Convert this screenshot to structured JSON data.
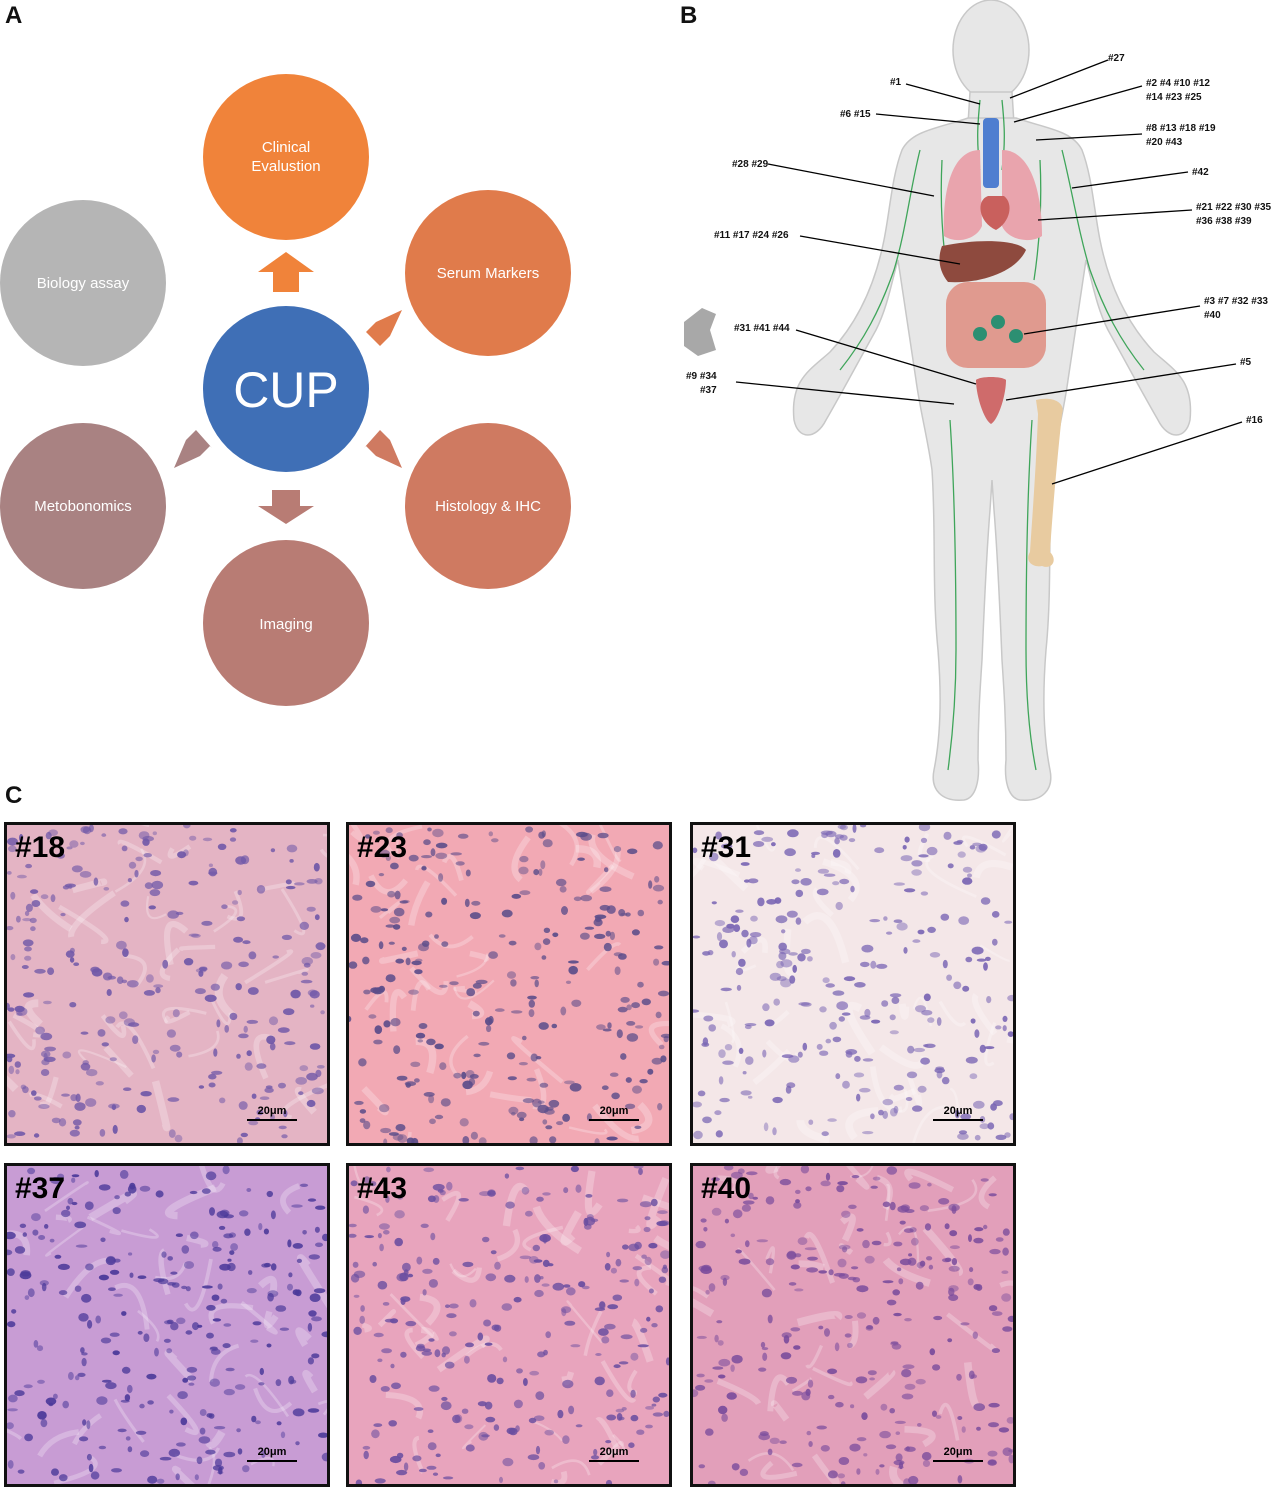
{
  "panels": {
    "a": "A",
    "b": "B",
    "c": "C"
  },
  "flow": {
    "center": {
      "label": "CUP",
      "color": "#3f6fb6"
    },
    "nodes": [
      {
        "id": "clinical",
        "line1": "Clinical",
        "line2": "Evalustion",
        "color": "#f0833a"
      },
      {
        "id": "serum",
        "line1": "Serum Markers",
        "line2": "",
        "color": "#e07b4b"
      },
      {
        "id": "histology",
        "line1": "Histology & IHC",
        "line2": "",
        "color": "#cf7a61"
      },
      {
        "id": "imaging",
        "line1": "Imaging",
        "line2": "",
        "color": "#b87c74"
      },
      {
        "id": "metobonomics",
        "line1": "Metobonomics",
        "line2": "",
        "color": "#a98282"
      },
      {
        "id": "biology",
        "line1": "Biology assay",
        "line2": "",
        "color": "#b5b5b5"
      }
    ]
  },
  "body_map": {
    "labels": [
      {
        "id": "l27",
        "lines": [
          "#27"
        ]
      },
      {
        "id": "l1",
        "lines": [
          "#1"
        ]
      },
      {
        "id": "l2",
        "lines": [
          "#2 #4 #10 #12",
          "#14 #23 #25"
        ]
      },
      {
        "id": "l6",
        "lines": [
          "#6 #15"
        ]
      },
      {
        "id": "l8",
        "lines": [
          "#8 #13 #18 #19",
          "#20 #43"
        ]
      },
      {
        "id": "l28",
        "lines": [
          "#28 #29"
        ]
      },
      {
        "id": "l42",
        "lines": [
          "#42"
        ]
      },
      {
        "id": "l21",
        "lines": [
          "#21 #22 #30 #35",
          "#36 #38 #39"
        ]
      },
      {
        "id": "l11",
        "lines": [
          "#11 #17 #24 #26"
        ]
      },
      {
        "id": "l3",
        "lines": [
          "#3 #7 #32 #33",
          "#40"
        ]
      },
      {
        "id": "l31",
        "lines": [
          "#31 #41 #44"
        ]
      },
      {
        "id": "l5",
        "lines": [
          "#5"
        ]
      },
      {
        "id": "l9",
        "lines": [
          "#9 #34",
          "#37"
        ]
      },
      {
        "id": "l16",
        "lines": [
          "#16"
        ]
      }
    ]
  },
  "histology": {
    "scale": "20μm",
    "cases": [
      {
        "id": "18",
        "label": "#18",
        "bg": "#e4b4c4",
        "cell": "#7058a8"
      },
      {
        "id": "23",
        "label": "#23",
        "bg": "#f2a9b4",
        "cell": "#5c4d8a"
      },
      {
        "id": "31",
        "label": "#31",
        "bg": "#f4e7e8",
        "cell": "#7a66b4"
      },
      {
        "id": "37",
        "label": "#37",
        "bg": "#c89cd4",
        "cell": "#4c3a9a"
      },
      {
        "id": "43",
        "label": "#43",
        "bg": "#e8a4bd",
        "cell": "#6a4ea0"
      },
      {
        "id": "40",
        "label": "#40",
        "bg": "#e29fba",
        "cell": "#7a4c9c"
      }
    ]
  }
}
